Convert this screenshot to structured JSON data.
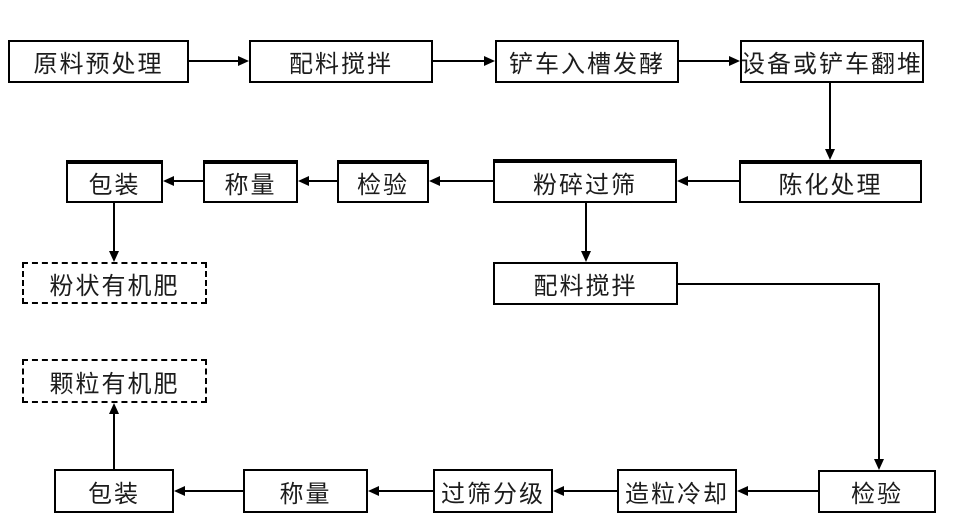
{
  "diagram": {
    "type": "flowchart",
    "background_color": "#ffffff",
    "line_color": "#000000",
    "nodes": {
      "raw_pretreatment": {
        "label": "原料预处理",
        "shape": "solid-rect"
      },
      "mixing1": {
        "label": "配料搅拌",
        "shape": "solid-rect"
      },
      "forklift_fermentation": {
        "label": "铲车入槽发酵",
        "shape": "solid-rect"
      },
      "turning": {
        "label": "设备或铲车翻堆",
        "shape": "solid-rect"
      },
      "aging": {
        "label": "陈化处理",
        "shape": "solid-rect"
      },
      "crushing_sieving": {
        "label": "粉碎过筛",
        "shape": "solid-rect"
      },
      "inspection1": {
        "label": "检验",
        "shape": "solid-rect"
      },
      "weighing1": {
        "label": "称量",
        "shape": "solid-rect"
      },
      "packaging1": {
        "label": "包装",
        "shape": "solid-rect"
      },
      "powder_fertilizer": {
        "label": "粉状有机肥",
        "shape": "dashed-rect"
      },
      "mixing2": {
        "label": "配料搅拌",
        "shape": "solid-rect"
      },
      "inspection2": {
        "label": "检验",
        "shape": "solid-rect"
      },
      "granulation_cooling": {
        "label": "造粒冷却",
        "shape": "solid-rect"
      },
      "sieving_grading": {
        "label": "过筛分级",
        "shape": "solid-rect"
      },
      "weighing2": {
        "label": "称量",
        "shape": "solid-rect"
      },
      "packaging2": {
        "label": "包装",
        "shape": "solid-rect"
      },
      "granular_fertilizer": {
        "label": "颗粒有机肥",
        "shape": "dashed-rect"
      }
    },
    "edges": [
      {
        "from": "raw_pretreatment",
        "to": "mixing1"
      },
      {
        "from": "mixing1",
        "to": "forklift_fermentation"
      },
      {
        "from": "forklift_fermentation",
        "to": "turning"
      },
      {
        "from": "turning",
        "to": "aging"
      },
      {
        "from": "aging",
        "to": "crushing_sieving"
      },
      {
        "from": "crushing_sieving",
        "to": "inspection1"
      },
      {
        "from": "inspection1",
        "to": "weighing1"
      },
      {
        "from": "weighing1",
        "to": "packaging1"
      },
      {
        "from": "packaging1",
        "to": "powder_fertilizer"
      },
      {
        "from": "crushing_sieving",
        "to": "mixing2"
      },
      {
        "from": "mixing2",
        "to": "inspection2"
      },
      {
        "from": "inspection2",
        "to": "granulation_cooling"
      },
      {
        "from": "granulation_cooling",
        "to": "sieving_grading"
      },
      {
        "from": "sieving_grading",
        "to": "weighing2"
      },
      {
        "from": "weighing2",
        "to": "packaging2"
      },
      {
        "from": "packaging2",
        "to": "granular_fertilizer"
      }
    ]
  }
}
